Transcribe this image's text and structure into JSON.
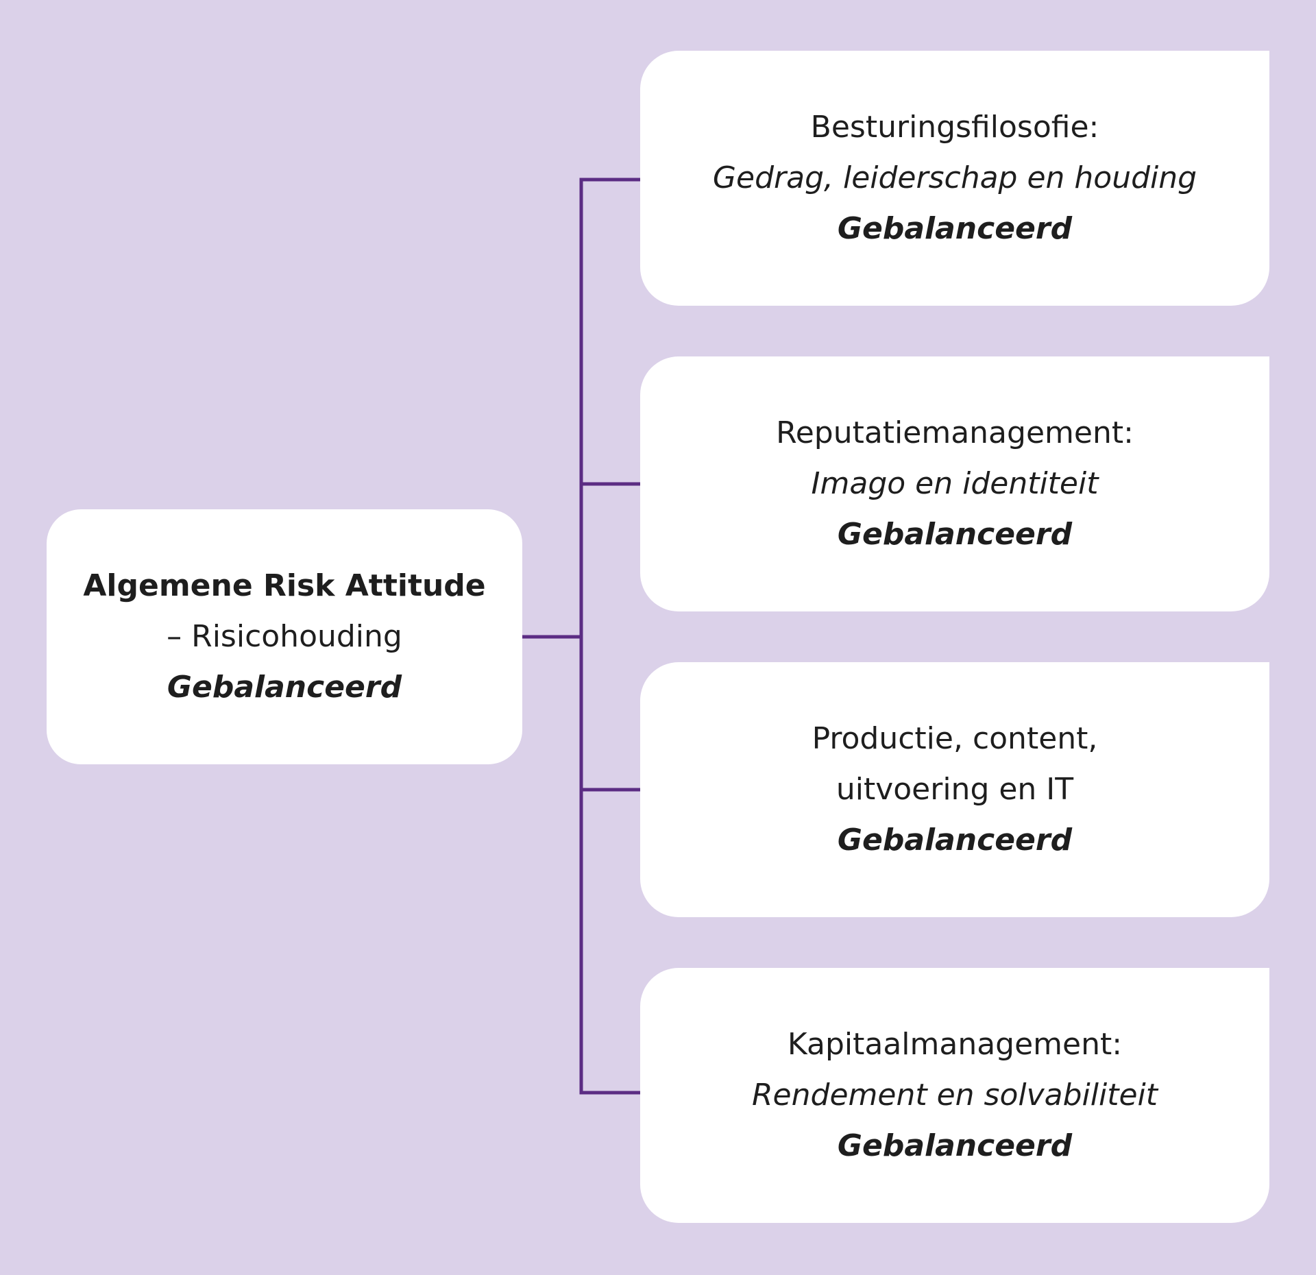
{
  "diagram": {
    "colors": {
      "background": "#dbd1e9",
      "card": "#ffffff",
      "connector": "#5b2c83",
      "text": "#1e1e1e"
    },
    "root": {
      "title": "Algemene Risk Attitude",
      "subtitle": "– Risicohouding",
      "status": "Gebalanceerd"
    },
    "children": [
      {
        "line1": "Besturingsfilosofie:",
        "line2": "Gedrag, leiderschap en houding",
        "status": "Gebalanceerd"
      },
      {
        "line1": "Reputatiemanagement:",
        "line2": "Imago en identiteit",
        "status": "Gebalanceerd"
      },
      {
        "line1": "Productie, content,",
        "line2": "uitvoering en IT",
        "status": "Gebalanceerd"
      },
      {
        "line1": "Kapitaalmanagement:",
        "line2": "Rendement en solvabiliteit",
        "status": "Gebalanceerd"
      }
    ]
  }
}
